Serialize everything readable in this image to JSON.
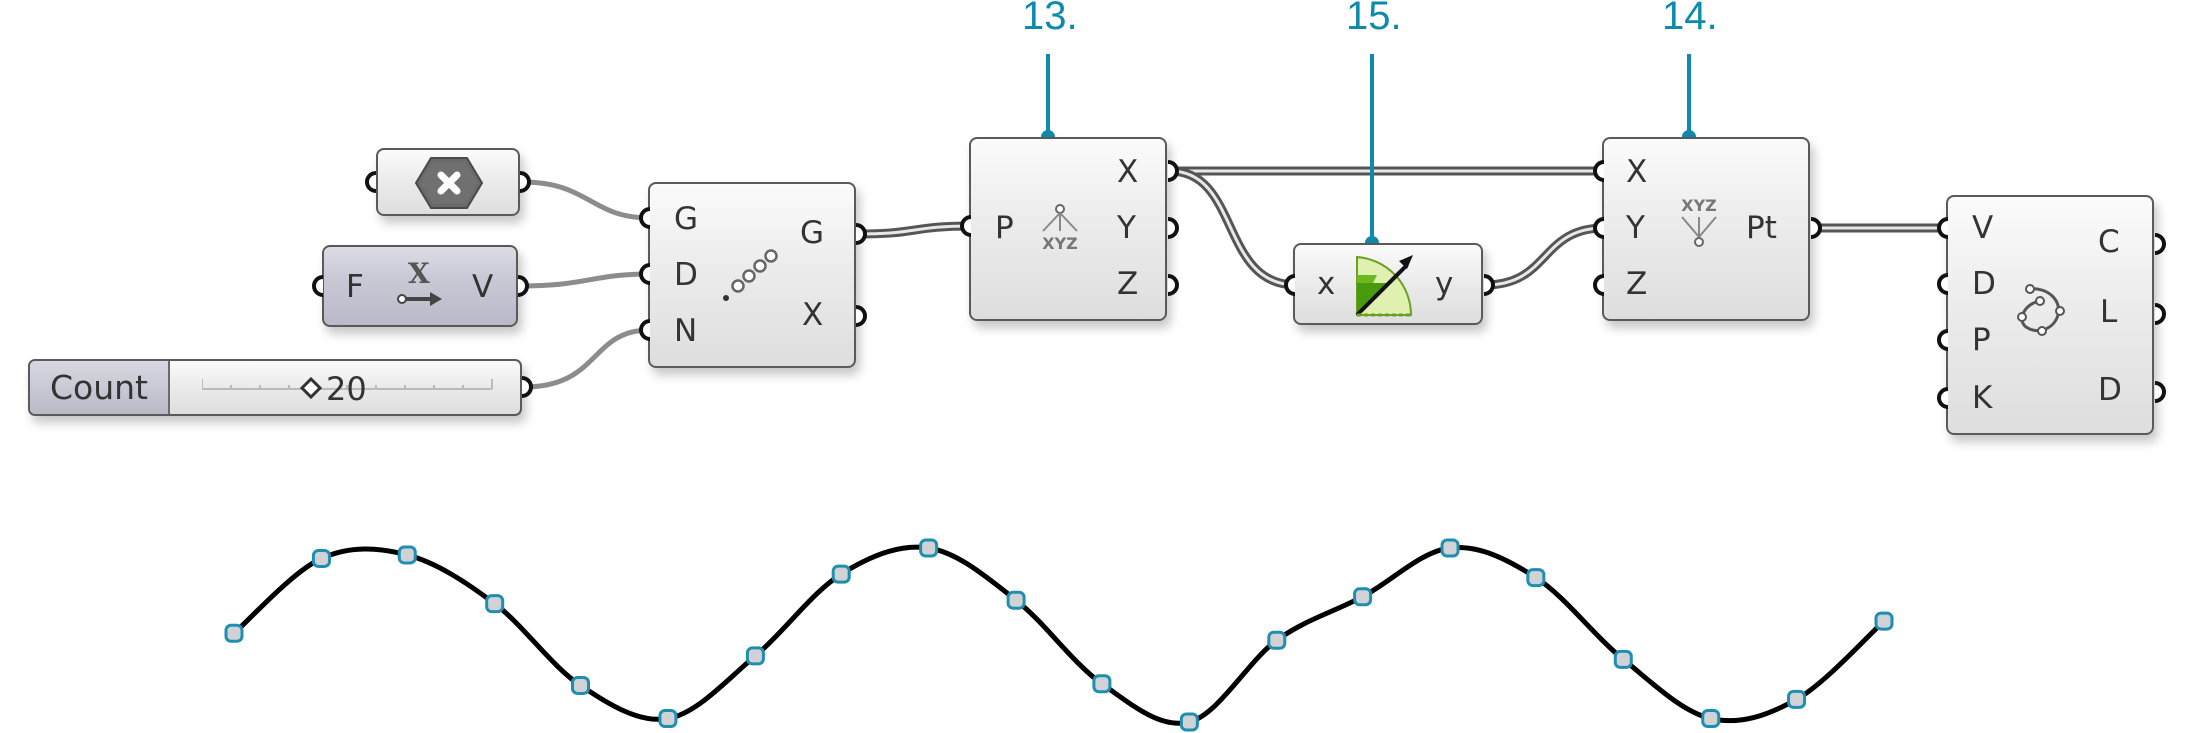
{
  "callouts": [
    {
      "label": "13.",
      "target": "deconstruct-point"
    },
    {
      "label": "15.",
      "target": "math-function"
    },
    {
      "label": "14.",
      "target": "construct-point"
    }
  ],
  "accent_color": "#0d8aac",
  "nodes": {
    "geometry_param": {
      "icon": "hexagon-x-icon",
      "state": "empty"
    },
    "unit_vector": {
      "input": "F",
      "output": "V",
      "icon": "unit-x-vector-icon"
    },
    "count_slider": {
      "name": "Count",
      "value": "20",
      "fraction": 0.36
    },
    "series": {
      "inputs": [
        "G",
        "D",
        "N"
      ],
      "outputs": [
        "G",
        "X"
      ],
      "icon": "move-array-icon"
    },
    "deconstruct_point": {
      "input": "P",
      "outputs": [
        "X",
        "Y",
        "Z"
      ],
      "icon_text": "XYZ"
    },
    "function": {
      "input": "x",
      "output": "y",
      "icon": "sine-function-icon"
    },
    "construct_point": {
      "inputs": [
        "X",
        "Y",
        "Z"
      ],
      "output": "Pt",
      "icon_text": "XYZ"
    },
    "interpolate_curve": {
      "inputs": [
        "V",
        "D",
        "P",
        "K"
      ],
      "outputs": [
        "C",
        "L",
        "D"
      ],
      "icon": "interpolate-curve-icon"
    }
  },
  "preview": {
    "point_count": 20,
    "points_normalized": [
      [
        0.0,
        0.51
      ],
      [
        0.053,
        0.94
      ],
      [
        0.105,
        0.96
      ],
      [
        0.158,
        0.68
      ],
      [
        0.21,
        0.21
      ],
      [
        0.263,
        0.02
      ],
      [
        0.316,
        0.38
      ],
      [
        0.368,
        0.85
      ],
      [
        0.421,
        1.0
      ],
      [
        0.474,
        0.7
      ],
      [
        0.526,
        0.22
      ],
      [
        0.579,
        0.0
      ],
      [
        0.632,
        0.47
      ],
      [
        0.684,
        0.72
      ],
      [
        0.737,
        1.0
      ],
      [
        0.789,
        0.83
      ],
      [
        0.842,
        0.36
      ],
      [
        0.895,
        0.02
      ],
      [
        0.947,
        0.13
      ],
      [
        1.0,
        0.58
      ]
    ],
    "point_fill": "#d1d2d6",
    "point_stroke": "#1e8fb0"
  }
}
